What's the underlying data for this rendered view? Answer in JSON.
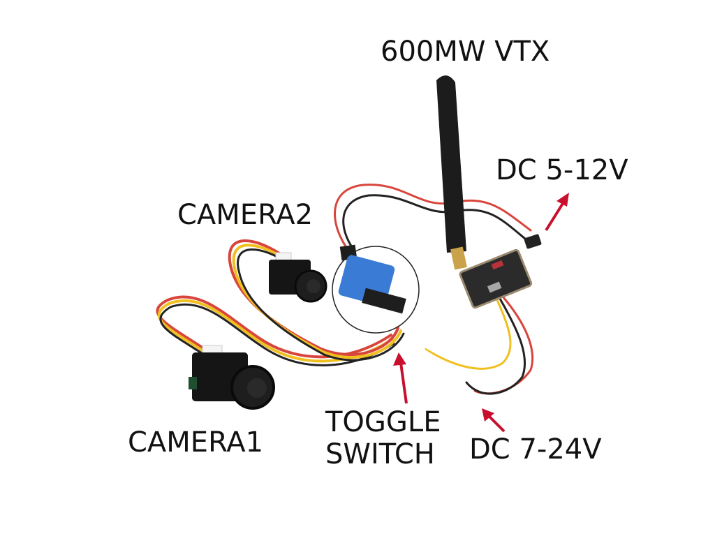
{
  "labels": {
    "vtx": "600MW VTX",
    "dc_5_12": "DC 5-12V",
    "camera2": "CAMERA2",
    "camera1": "CAMERA1",
    "toggle_line1": "TOGGLE",
    "toggle_line2": "SWITCH",
    "dc_7_24": "DC 7-24V"
  },
  "components": [
    {
      "name": "antenna",
      "color": "#1a1a1a"
    },
    {
      "name": "video-transmitter",
      "color": "#2b2b2b"
    },
    {
      "name": "camera-2",
      "color": "#151515"
    },
    {
      "name": "camera-1",
      "color": "#151515"
    },
    {
      "name": "toggle-switch-board",
      "color": "#3a7bd5"
    },
    {
      "name": "power-connector-5-12v",
      "color": "#222222"
    },
    {
      "name": "power-leads-7-24v",
      "color": "#c8323a"
    }
  ],
  "colors": {
    "arrow": "#c8102e",
    "wire_red": "#d8453c",
    "wire_yellow": "#f0c020",
    "wire_black": "#222222",
    "highlight_circle": "#222222",
    "background": "#ffffff"
  }
}
